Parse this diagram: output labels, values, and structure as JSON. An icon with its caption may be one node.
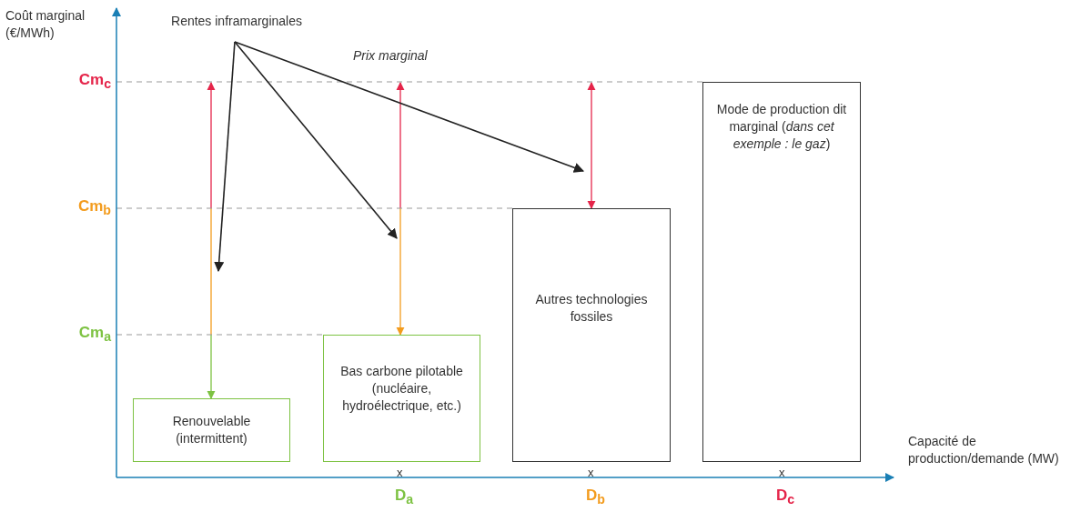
{
  "diagram": {
    "nodes": [
      {
        "text": [
          "Rentes inframarginales"
        ]
      },
      {
        "text": [
          "Renouvelable (intermittent)"
        ]
      },
      {
        "text": [
          "Bas carbone pilotable (nucléaire, hydroélectrique, etc.)"
        ]
      },
      {
        "text": [
          "Autres technologies fossiles"
        ]
      },
      {
        "text": [
          "Mode de production dit marginal (*dans cet exemple : le gaz*)"
        ]
      },
      {
        "text": [
          "Cm$_{c}$"
        ]
      },
      {
        "text": [
          "Cm$_{b}$"
        ]
      },
      {
        "text": [
          "Cm$_{a}$"
        ]
      }
    ],
    "edges": [
      {
        "from": 0,
        "to": null,
        "arrow": "to"
      },
      {
        "from": 0,
        "to": null,
        "arrow": "to"
      },
      {
        "from": 0,
        "to": null,
        "arrow": "to"
      },
      {
        "from": 5,
        "to": 4,
        "arrow": "none",
        "style": "dashed",
        "color": "#999999"
      },
      {
        "from": 6,
        "to": 3,
        "arrow": "none",
        "style": "dashed",
        "color": "#999999"
      },
      {
        "from": 7,
        "to": 2,
        "arrow": "none",
        "style": "dashed",
        "color": "#999999"
      },
      {
        "from": null,
        "to": 1,
        "arrow": "both",
        "color": "#7dc242"
      },
      {
        "from": null,
        "to": 2,
        "arrow": "both",
        "color": "#f39c1e"
      },
      {
        "from": null,
        "to": 3,
        "arrow": "both",
        "color": "#e5254a"
      }
    ],
    "labels": [
      "Coût marginal (€/MWh)",
      "Prix marginal",
      "x",
      "x",
      "x",
      "D$_{a}$",
      "D$_{b}$",
      "D$_{c}$",
      "Capacité de production/demande (MW)"
    ]
  }
}
